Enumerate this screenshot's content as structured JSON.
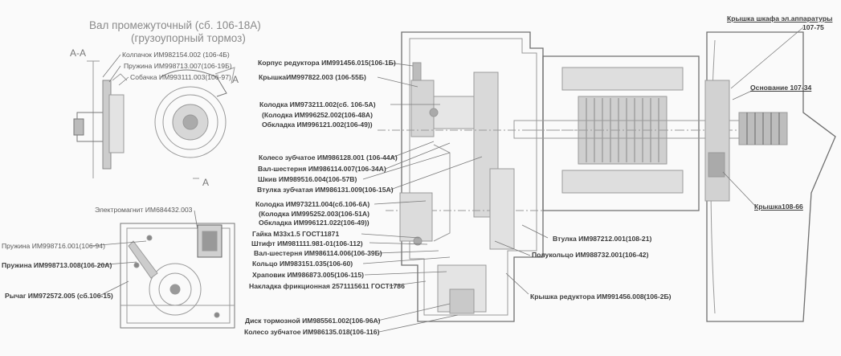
{
  "title": {
    "line1": "Вал промежуточный (сб. 106-18А)",
    "line2": "(грузоупорный тормоз)"
  },
  "section": {
    "label": "А-А",
    "mark": "А"
  },
  "left_callouts": {
    "c1": "Колпачок ИМ982154.002 (106-4Б)",
    "c2": "Пружина ИМ998713.007(106-19Б)",
    "c3": "Собачка ИМ993111.003(106-97)",
    "c4": "Электромагнит ИМ684432.003",
    "c5": "Пружина ИМ998716.001(106-94)",
    "c6": "Пружина ИМ998713.008(106-20А)",
    "c7": "Рычаг ИМ972572.005 (сб.106-15)"
  },
  "mid_callouts": {
    "m1": "Корпус редуктора ИМ991456.015(106-1Б)",
    "m2": "КрышкаИМ997822.003 (106-55Б)",
    "m3a": "Колодка ИМ973211.002(сб. 106-5А)",
    "m3b": "(Колодка ИМ996252.002(106-48А)",
    "m3c": "Обкладка ИМ996121.002(106-49))",
    "m4": "Колесо зубчатое ИМ986128.001 (106-44А)",
    "m5": "Вал-шестерня ИМ986114.007(106-34А)",
    "m6": "Шкив ИМ989516.004(106-57В)",
    "m7": "Втулка зубчатая ИМ986131.009(106-15А)",
    "m8a": "Колодка ИМ973211.004(сб.106-6А)",
    "m8b": "(Колодка ИМ995252.003(106-51А)",
    "m8c": "Обкладка ИМ996121.022(106-49))",
    "m9": "Гайка М33х1.5 ГОСТ11871",
    "m10": "Штифт ИМ981111.981-01(106-112)",
    "m11": "Вал-шестерня ИМ986114.006(106-39Б)",
    "m12": "Кольцо ИМ983151.035(106-60)",
    "m13": "Храповик ИМ986873.005(106-115)",
    "m14": "Накладка фрикционная 2571115611 ГОСТ1786",
    "m15": "Диск тормозной ИМ985561.002(106-96А)",
    "m16": "Колесо зубчатое ИМ986135.018(106-116)"
  },
  "right_callouts": {
    "r1": "Втулка ИМ987212.001(108-21)",
    "r2": "Полукольцо ИМ988732.001(106-42)",
    "r3": "Крышка редуктора ИМ991456.008(106-2Б)",
    "r4a": "Крышка шкафа эл.аппаратуры",
    "r4b": "107-75",
    "r5": "Основание 107-34",
    "r6": "Крышка108-66"
  }
}
